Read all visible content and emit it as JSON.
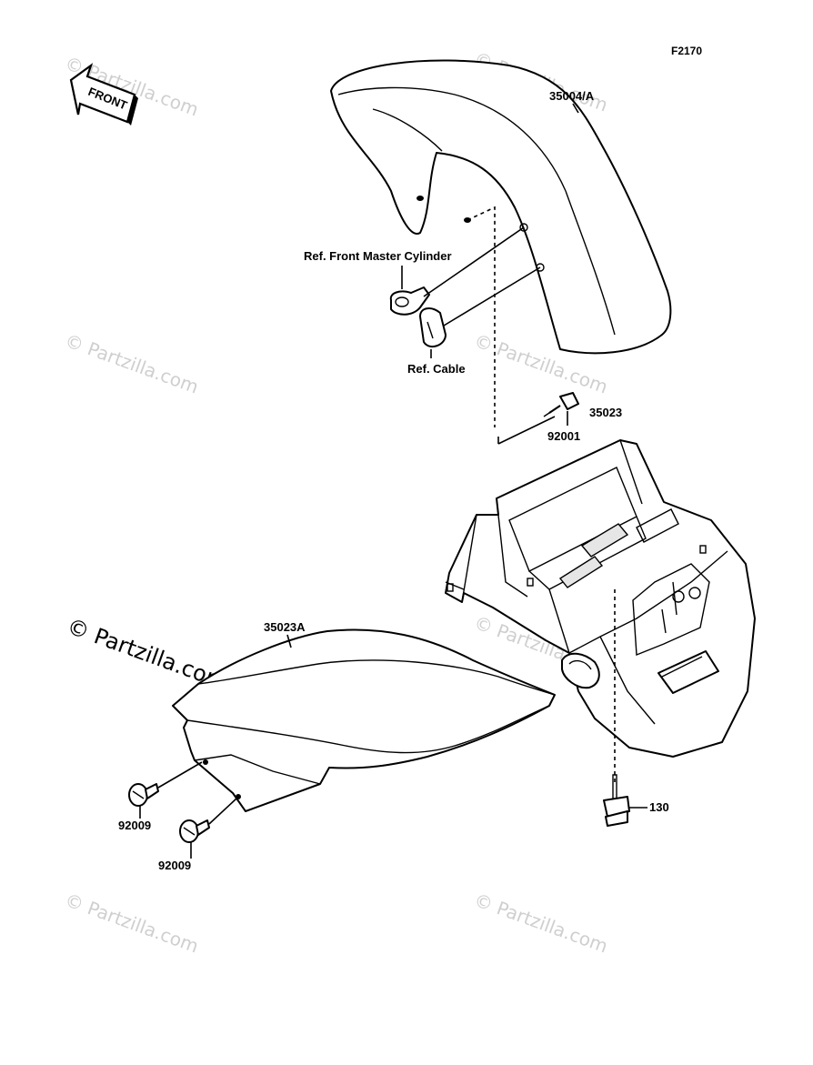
{
  "figure_code": "F2170",
  "front_arrow_label": "FRONT",
  "watermark": "© Partzilla.com",
  "labels": {
    "front_fender": "35004/A",
    "ref_master_cylinder": "Ref. Front Master Cylinder",
    "ref_cable": "Ref. Cable",
    "rear_fender": "35023",
    "bolt_92001": "92001",
    "flap": "35023A",
    "screw_92009_a": "92009",
    "screw_92009_b": "92009",
    "bolt_130": "130"
  }
}
